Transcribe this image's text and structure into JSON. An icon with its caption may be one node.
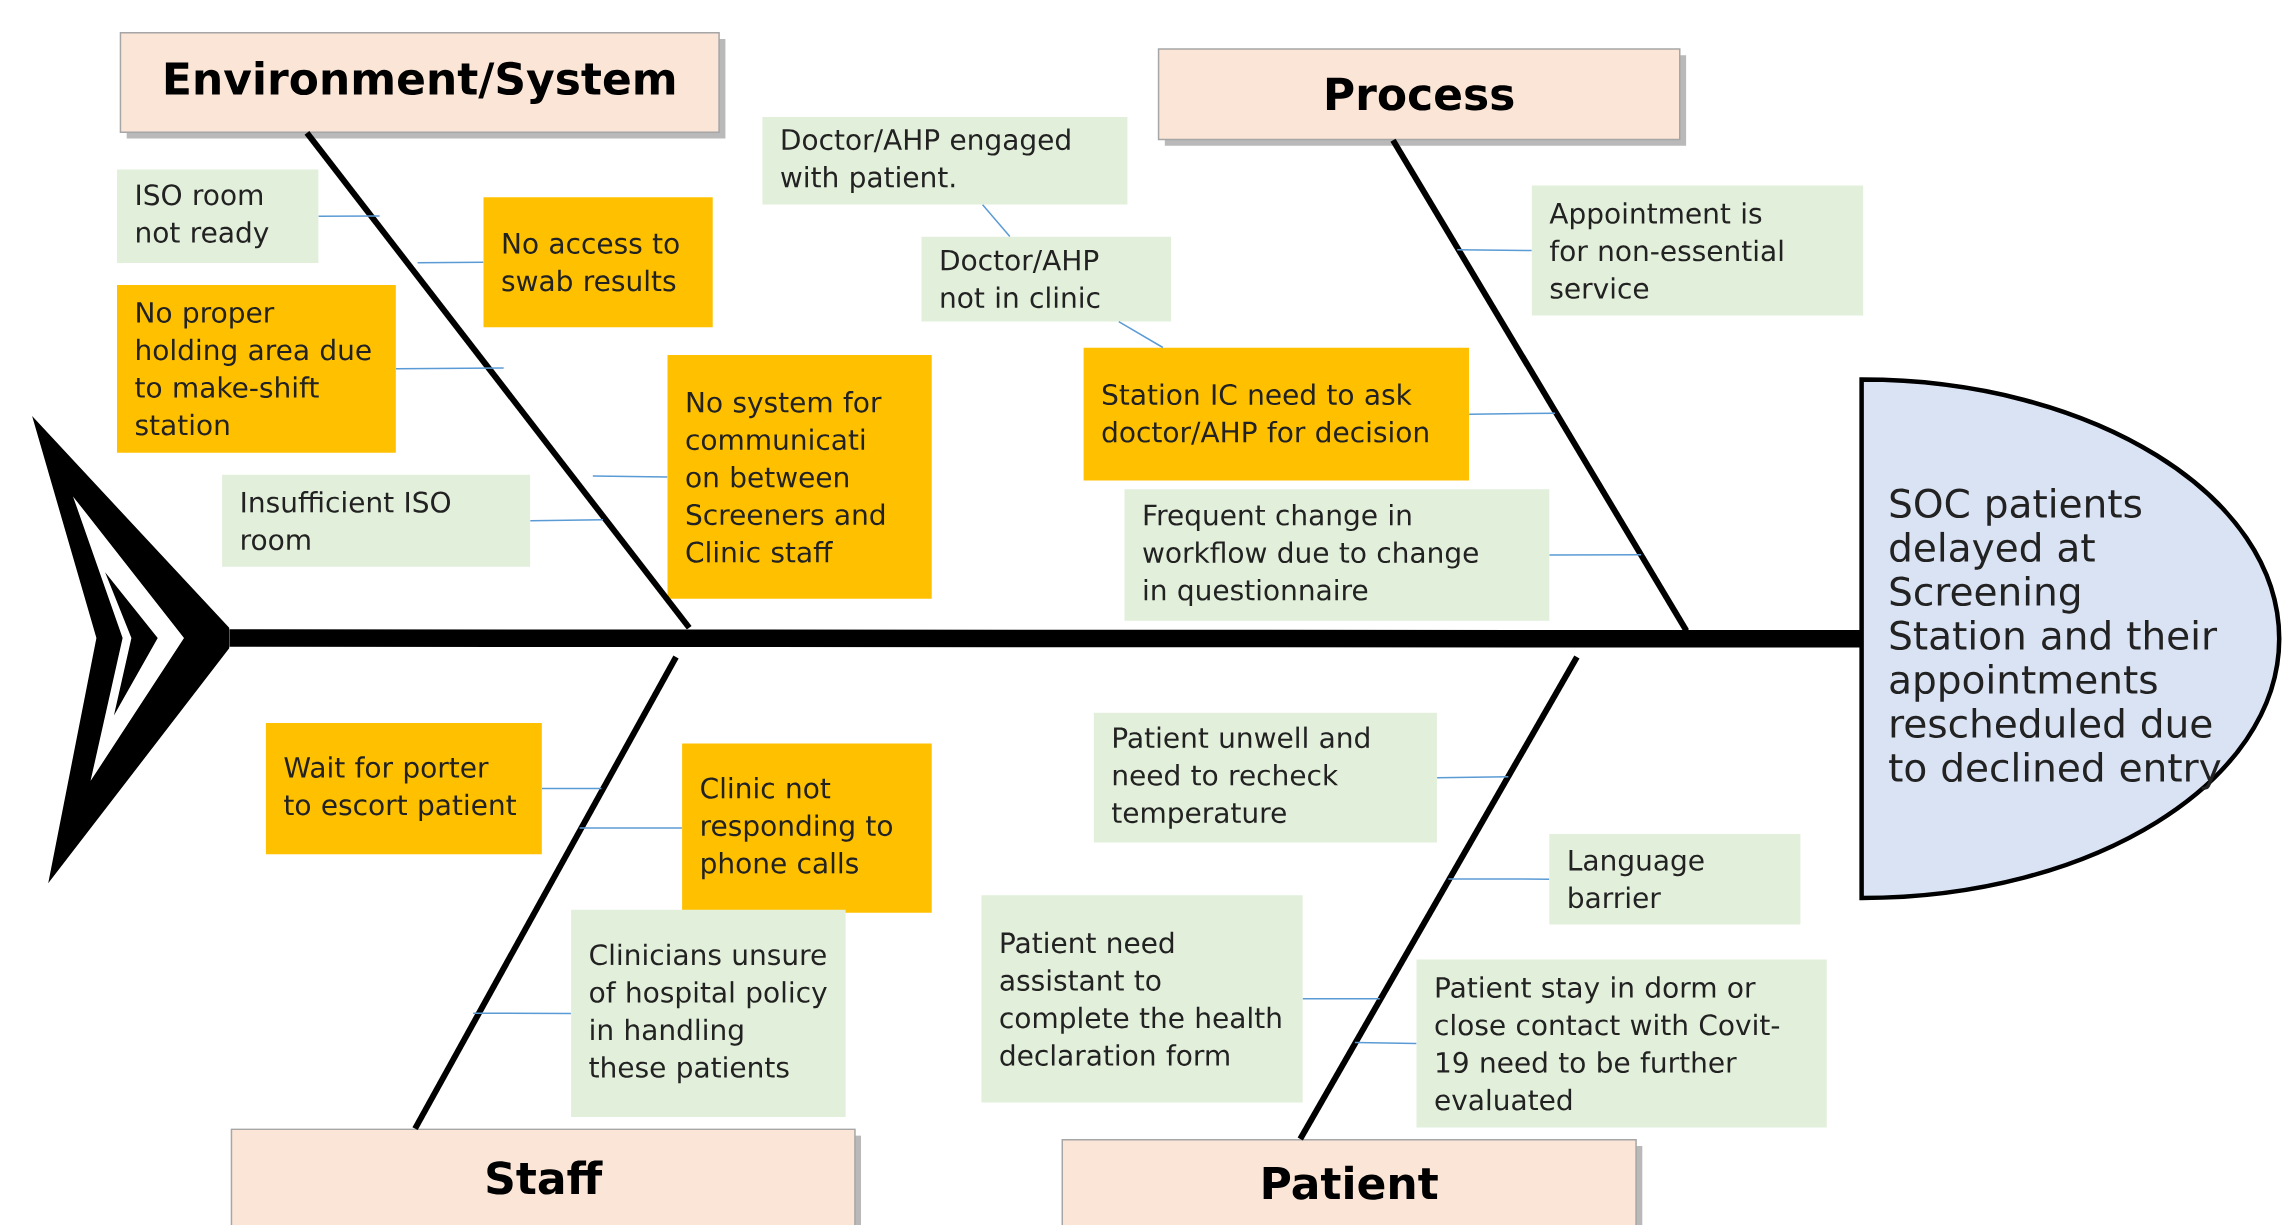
{
  "diagram": {
    "nodes": [
      {
        "text": [
          "Environment/System"
        ]
      },
      {
        "text": [
          "Process"
        ]
      },
      {
        "text": [
          "Staff"
        ]
      },
      {
        "text": [
          "Patient"
        ]
      },
      {
        "text": [
          "SOC patients delayed at Screening Station and their appointments rescheduled due to declined entry"
        ]
      },
      {
        "text": [
          "ISO room not ready"
        ]
      },
      {
        "text": [
          "No access to swab results"
        ]
      },
      {
        "text": [
          "No proper holding area due to make-shift station"
        ]
      },
      {
        "text": [
          "No system for communicati on between Screeners and Clinic staff"
        ]
      },
      {
        "text": [
          "Insufficient ISO room"
        ]
      },
      {
        "text": [
          "Doctor/AHP engaged with patient."
        ]
      },
      {
        "text": [
          "Doctor/AHP not in clinic"
        ]
      },
      {
        "text": [
          "Appointment is for non-essential service"
        ]
      },
      {
        "text": [
          "Station IC need to ask doctor/AHP for decision"
        ]
      },
      {
        "text": [
          "Frequent change in workflow due to change in questionnaire"
        ]
      },
      {
        "text": [
          "Wait for porter to escort patient"
        ]
      },
      {
        "text": [
          "Clinic not responding to phone calls"
        ]
      },
      {
        "text": [
          "Clinicians unsure of hospital policy in handling these patients"
        ]
      },
      {
        "text": [
          "Patient unwell and need to recheck temperature"
        ]
      },
      {
        "text": [
          "Language barrier"
        ]
      },
      {
        "text": [
          "Patient need assistant to complete the health declaration form"
        ]
      },
      {
        "text": [
          "Patient stay in dorm or close contact with Covit-19 need to be further evaluated"
        ]
      },
      {
        "text": [],
        "shape": "chevron"
      }
    ],
    "edges": [
      {
        "from": 22,
        "to": 4,
        "arrow": "none",
        "style": "thick",
        "color": "#000000"
      },
      {
        "from": 0,
        "to": null,
        "arrow": "none",
        "style": "thick",
        "color": "#000000"
      },
      {
        "from": 1,
        "to": null,
        "arrow": "none",
        "style": "thick",
        "color": "#000000"
      },
      {
        "from": 2,
        "to": null,
        "arrow": "none",
        "style": "thick",
        "color": "#000000"
      },
      {
        "from": 3,
        "to": null,
        "arrow": "none",
        "style": "thick",
        "color": "#000000"
      },
      {
        "from": 5,
        "to": null,
        "arrow": "none"
      },
      {
        "from": 6,
        "to": null,
        "arrow": "none"
      },
      {
        "from": 7,
        "to": null,
        "arrow": "none"
      },
      {
        "from": 8,
        "to": null,
        "arrow": "none"
      },
      {
        "from": 9,
        "to": null,
        "arrow": "none"
      },
      {
        "from": 10,
        "to": 11,
        "arrow": "none"
      },
      {
        "from": 11,
        "to": 13,
        "arrow": "none"
      },
      {
        "from": 12,
        "to": null,
        "arrow": "none"
      },
      {
        "from": 13,
        "to": null,
        "arrow": "none"
      },
      {
        "from": 14,
        "to": null,
        "arrow": "none"
      },
      {
        "from": 15,
        "to": null,
        "arrow": "none"
      },
      {
        "from": 16,
        "to": null,
        "arrow": "none"
      },
      {
        "from": 17,
        "to": null,
        "arrow": "none"
      },
      {
        "from": 18,
        "to": null,
        "arrow": "none"
      },
      {
        "from": 19,
        "to": null,
        "arrow": "none"
      },
      {
        "from": 20,
        "to": null,
        "arrow": "none"
      },
      {
        "from": 21,
        "to": null,
        "arrow": "none"
      }
    ]
  }
}
